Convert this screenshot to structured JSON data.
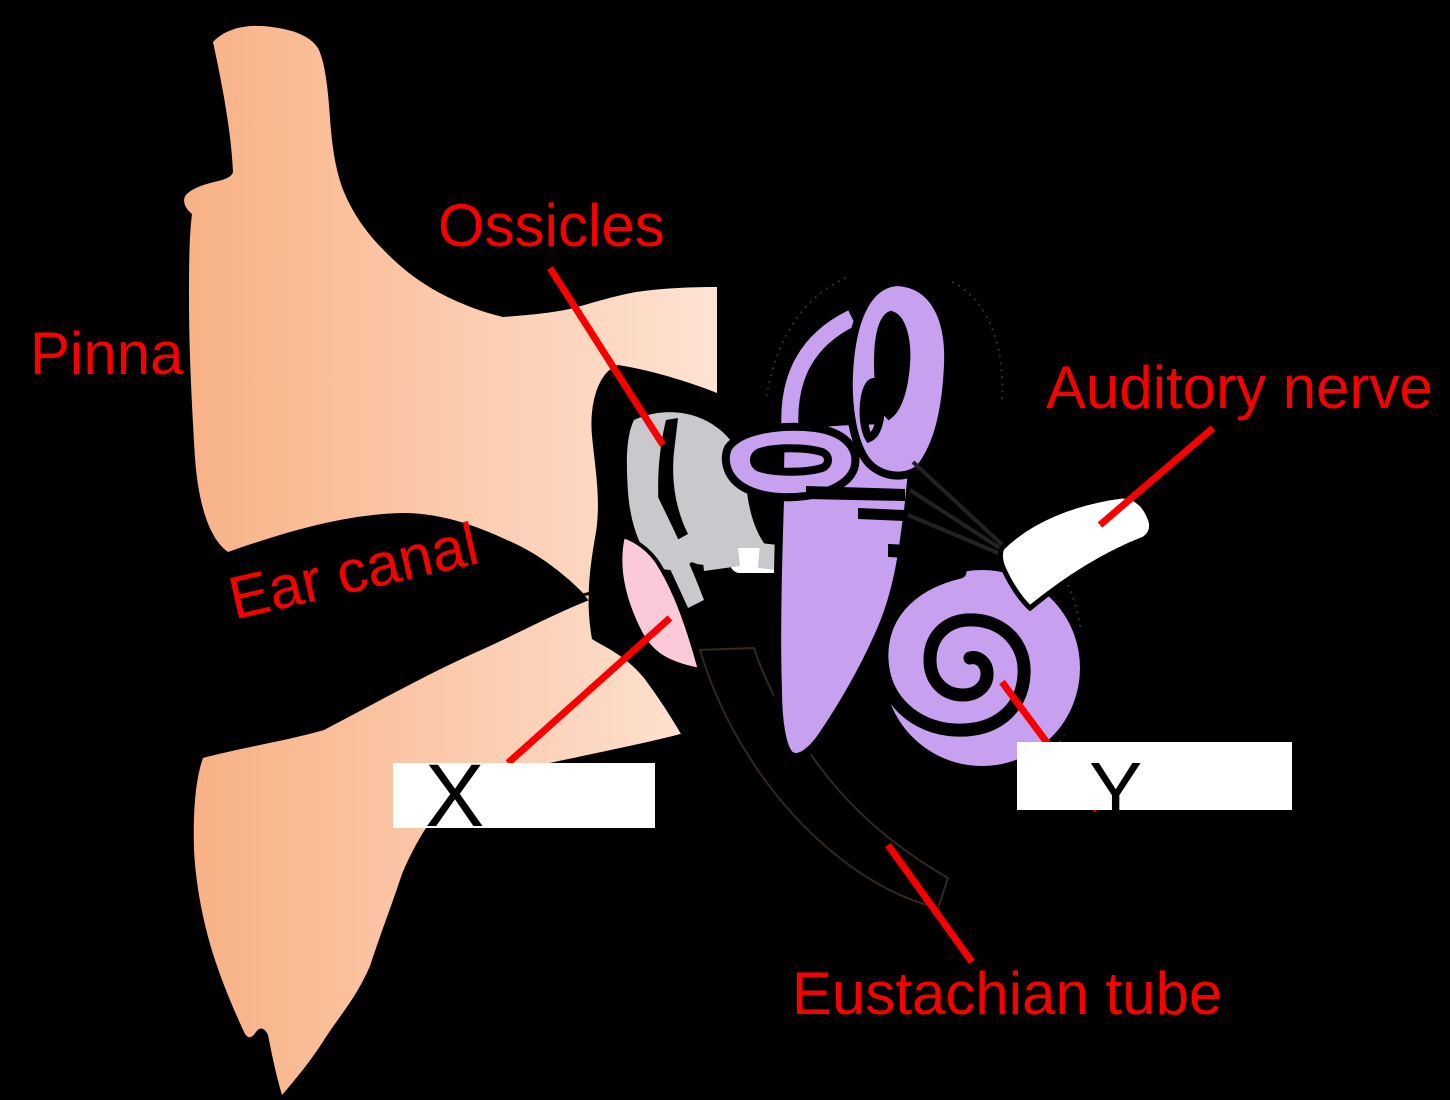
{
  "figure": {
    "description": "Labelled cross-section diagram of the human ear on a black background",
    "labels": {
      "pinna": "Pinna",
      "ossicles": "Ossicles",
      "ear_canal": "Ear canal",
      "auditory_nerve": "Auditory nerve",
      "eustachian_tube": "Eustachian tube"
    },
    "markers": {
      "x": "X",
      "y": "Y"
    },
    "colors": {
      "background": "#000000",
      "leader_red": "#F70000",
      "skin": "#F8B185",
      "skin_light": "#FEE3D3",
      "eardrum_pink": "#FBC9D8",
      "ossicle_gray": "#C8C8CD",
      "inner_ear_purple": "#C7A0EF",
      "nerve_white": "#FFFFFF"
    }
  }
}
